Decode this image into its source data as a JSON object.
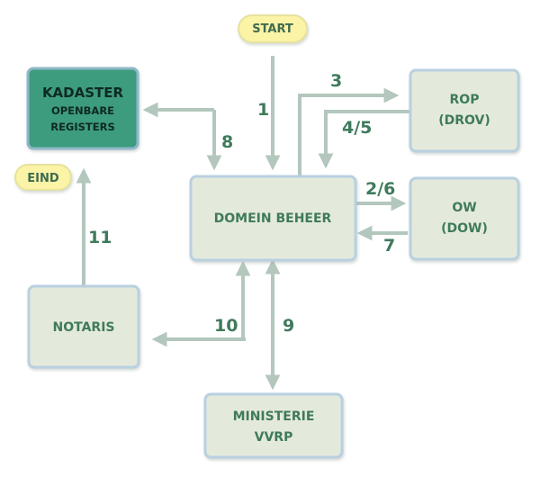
{
  "terminals": {
    "start": "START",
    "end": "EIND"
  },
  "boxes": {
    "kadaster": [
      "KADASTER",
      "OPENBARE",
      "REGISTERS"
    ],
    "rop": [
      "ROP",
      "(DROV)"
    ],
    "domein": [
      "DOMEIN BEHEER"
    ],
    "ow": [
      "OW",
      "(DOW)"
    ],
    "notaris": [
      "NOTARIS"
    ],
    "ministerie": [
      "MINISTERIE",
      "VVRP"
    ]
  },
  "steps": {
    "s1": "1",
    "s3": "3",
    "s45": "4/5",
    "s8": "8",
    "s26": "2/6",
    "s7": "7",
    "s11": "11",
    "s10": "10",
    "s9": "9"
  },
  "colors": {
    "box_fill": "#e4eadb",
    "box_border": "#b9d0e0",
    "kadaster_fill": "#3d9b7e",
    "kadaster_border": "#8fb7c8",
    "pill_fill": "#fbf3a5",
    "pill_border": "#e6e2a0",
    "arrow": "#b3c7bd",
    "label": "#3f7a5c"
  }
}
